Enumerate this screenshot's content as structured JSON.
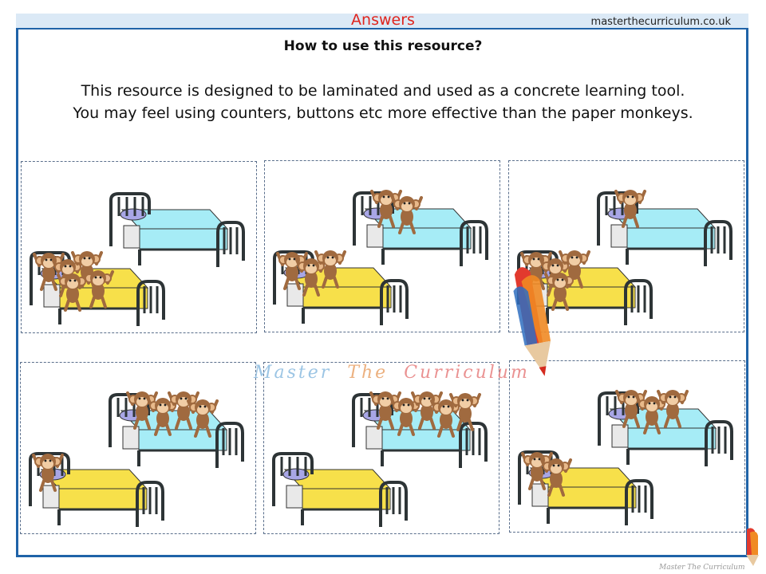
{
  "header": {
    "answers_label": "Answers",
    "site": "masterthecurriculum.co.uk"
  },
  "content": {
    "title": "How to use this resource?",
    "line1": "This resource is designed to be laminated and used as a concrete learning tool.",
    "line2": "You may feel using counters, buttons etc more effective than the paper monkeys."
  },
  "panels": [
    {
      "back_bed_monkeys": 0,
      "front_bed_monkeys": 5
    },
    {
      "back_bed_monkeys": 2,
      "front_bed_monkeys": 3
    },
    {
      "back_bed_monkeys": 1,
      "front_bed_monkeys": 4
    },
    {
      "back_bed_monkeys": 4,
      "front_bed_monkeys": 1
    },
    {
      "back_bed_monkeys": 5,
      "front_bed_monkeys": 0
    },
    {
      "back_bed_monkeys": 3,
      "front_bed_monkeys": 2
    }
  ],
  "watermark": {
    "word1": "Master",
    "word2": "The",
    "word3": "Curriculum"
  },
  "footer_mark": "Master The Curriculum",
  "colors": {
    "frame": "#1f63a8",
    "answers": "#e0251e",
    "bed_back_cover": "#a6ecf6",
    "bed_front_cover": "#f7e04a",
    "pillow": "#a8a6e6",
    "monkey": "#a06a3f"
  }
}
